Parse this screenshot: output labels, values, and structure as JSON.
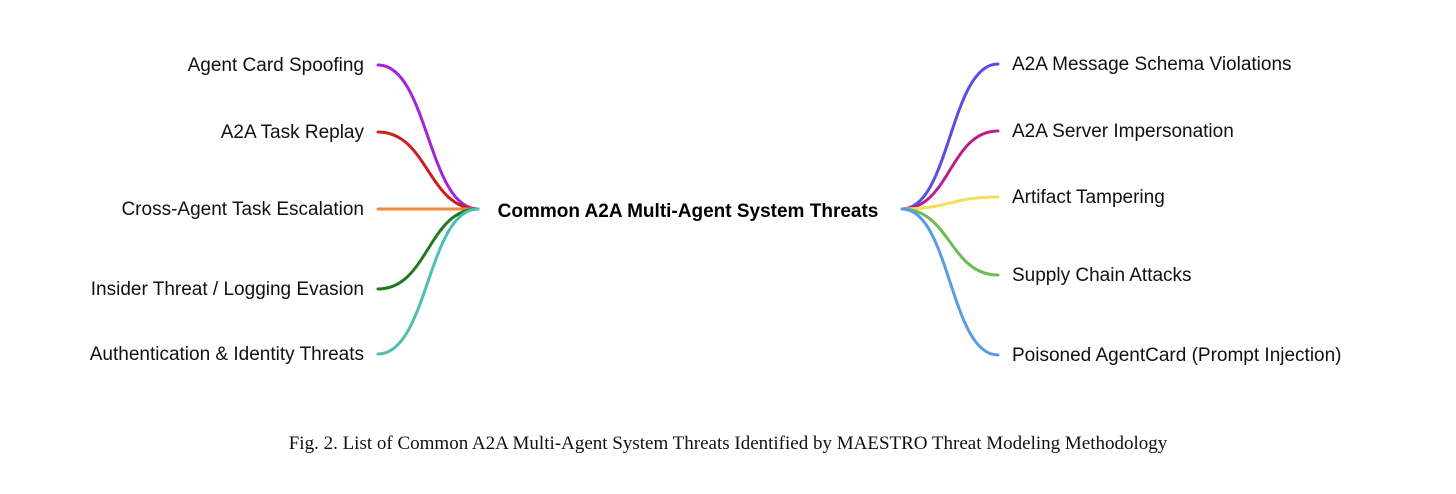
{
  "center": {
    "label": "Common A2A Multi-Agent System Threats"
  },
  "left": [
    {
      "label": "Agent Card Spoofing",
      "color": "#a324d8"
    },
    {
      "label": "A2A Task Replay",
      "color": "#c5231b"
    },
    {
      "label": "Cross-Agent Task Escalation",
      "color": "#ee8a3a"
    },
    {
      "label": "Insider Threat / Logging Evasion",
      "color": "#1e7a1e"
    },
    {
      "label": "Authentication & Identity Threats",
      "color": "#4fbdb2"
    }
  ],
  "right": [
    {
      "label": "A2A Message Schema Violations",
      "color": "#5b4de0"
    },
    {
      "label": "A2A Server Impersonation",
      "color": "#b91f8a"
    },
    {
      "label": "Artifact Tampering",
      "color": "#f2df5c"
    },
    {
      "label": "Supply Chain Attacks",
      "color": "#6dbb55"
    },
    {
      "label": "Poisoned AgentCard (Prompt Injection)",
      "color": "#5b9be6"
    }
  ],
  "caption": "Fig. 2.  List of Common A2A Multi-Agent System Threats Identified by MAESTRO Threat Modeling Methodology"
}
